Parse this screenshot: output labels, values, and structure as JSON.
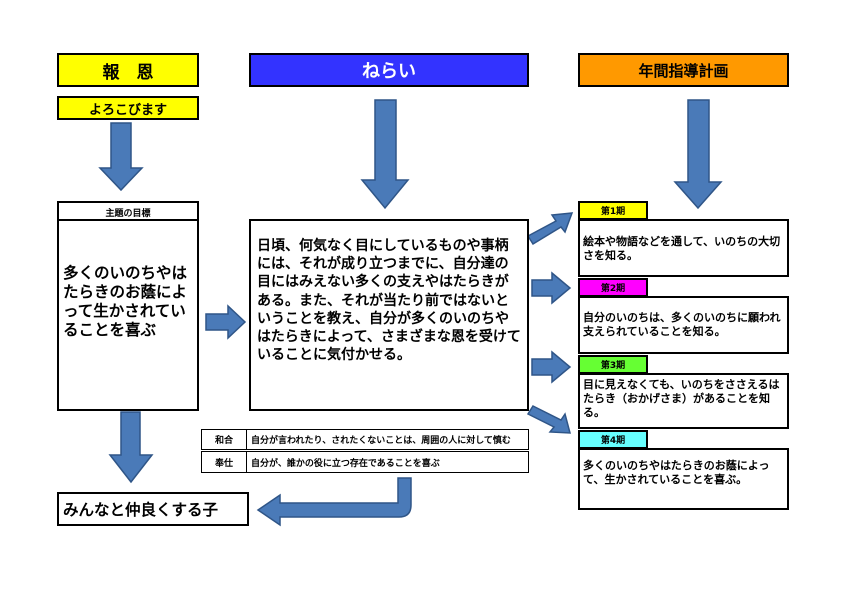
{
  "headers": {
    "houon": "報　恩",
    "yorokobimasu": "よろこびます",
    "nerai": "ねらい",
    "nenkan": "年間指導計画"
  },
  "theme": {
    "label": "主題の目標",
    "text": "多くのいのちやはたらきのお蔭によって生かされていることを喜ぶ"
  },
  "nerai_text": "日頃、何気なく目にしているものや事柄には、それが成り立つまでに、自分達の目にはみえない多くの支えやはたらきがある。また、それが当たり前ではないということを教え、自分が多くのいのちやはたらきによって、さまざまな恩を受けていることに気付かせる。",
  "values": [
    {
      "label": "和合",
      "text": "自分が言われたり、されたくないことは、周囲の人に対して慎む"
    },
    {
      "label": "奉仕",
      "text": "自分が、誰かの役に立つ存在であることを喜ぶ"
    }
  ],
  "goal": "みんなと仲良くする子",
  "terms": [
    {
      "label": "第1期",
      "text": "絵本や物語などを通して、いのちの大切さを知る。"
    },
    {
      "label": "第2期",
      "text": "自分のいのちは、多くのいのちに願われ支えられていることを知る。"
    },
    {
      "label": "第3期",
      "text": "目に見えなくても、いのちをささえるはたらき（おかげさま）があることを知る。"
    },
    {
      "label": "第4期",
      "text": "多くのいのちやはたらきのお蔭によって、生かされていることを喜ぶ。"
    }
  ],
  "colors": {
    "yellow": "#ffff00",
    "blue": "#3333ff",
    "orange": "#ff9900",
    "term1": "#ffff00",
    "term2": "#ff00ff",
    "term3": "#66ff33",
    "term4": "#66ffff",
    "arrow": "#4a7ab8"
  }
}
